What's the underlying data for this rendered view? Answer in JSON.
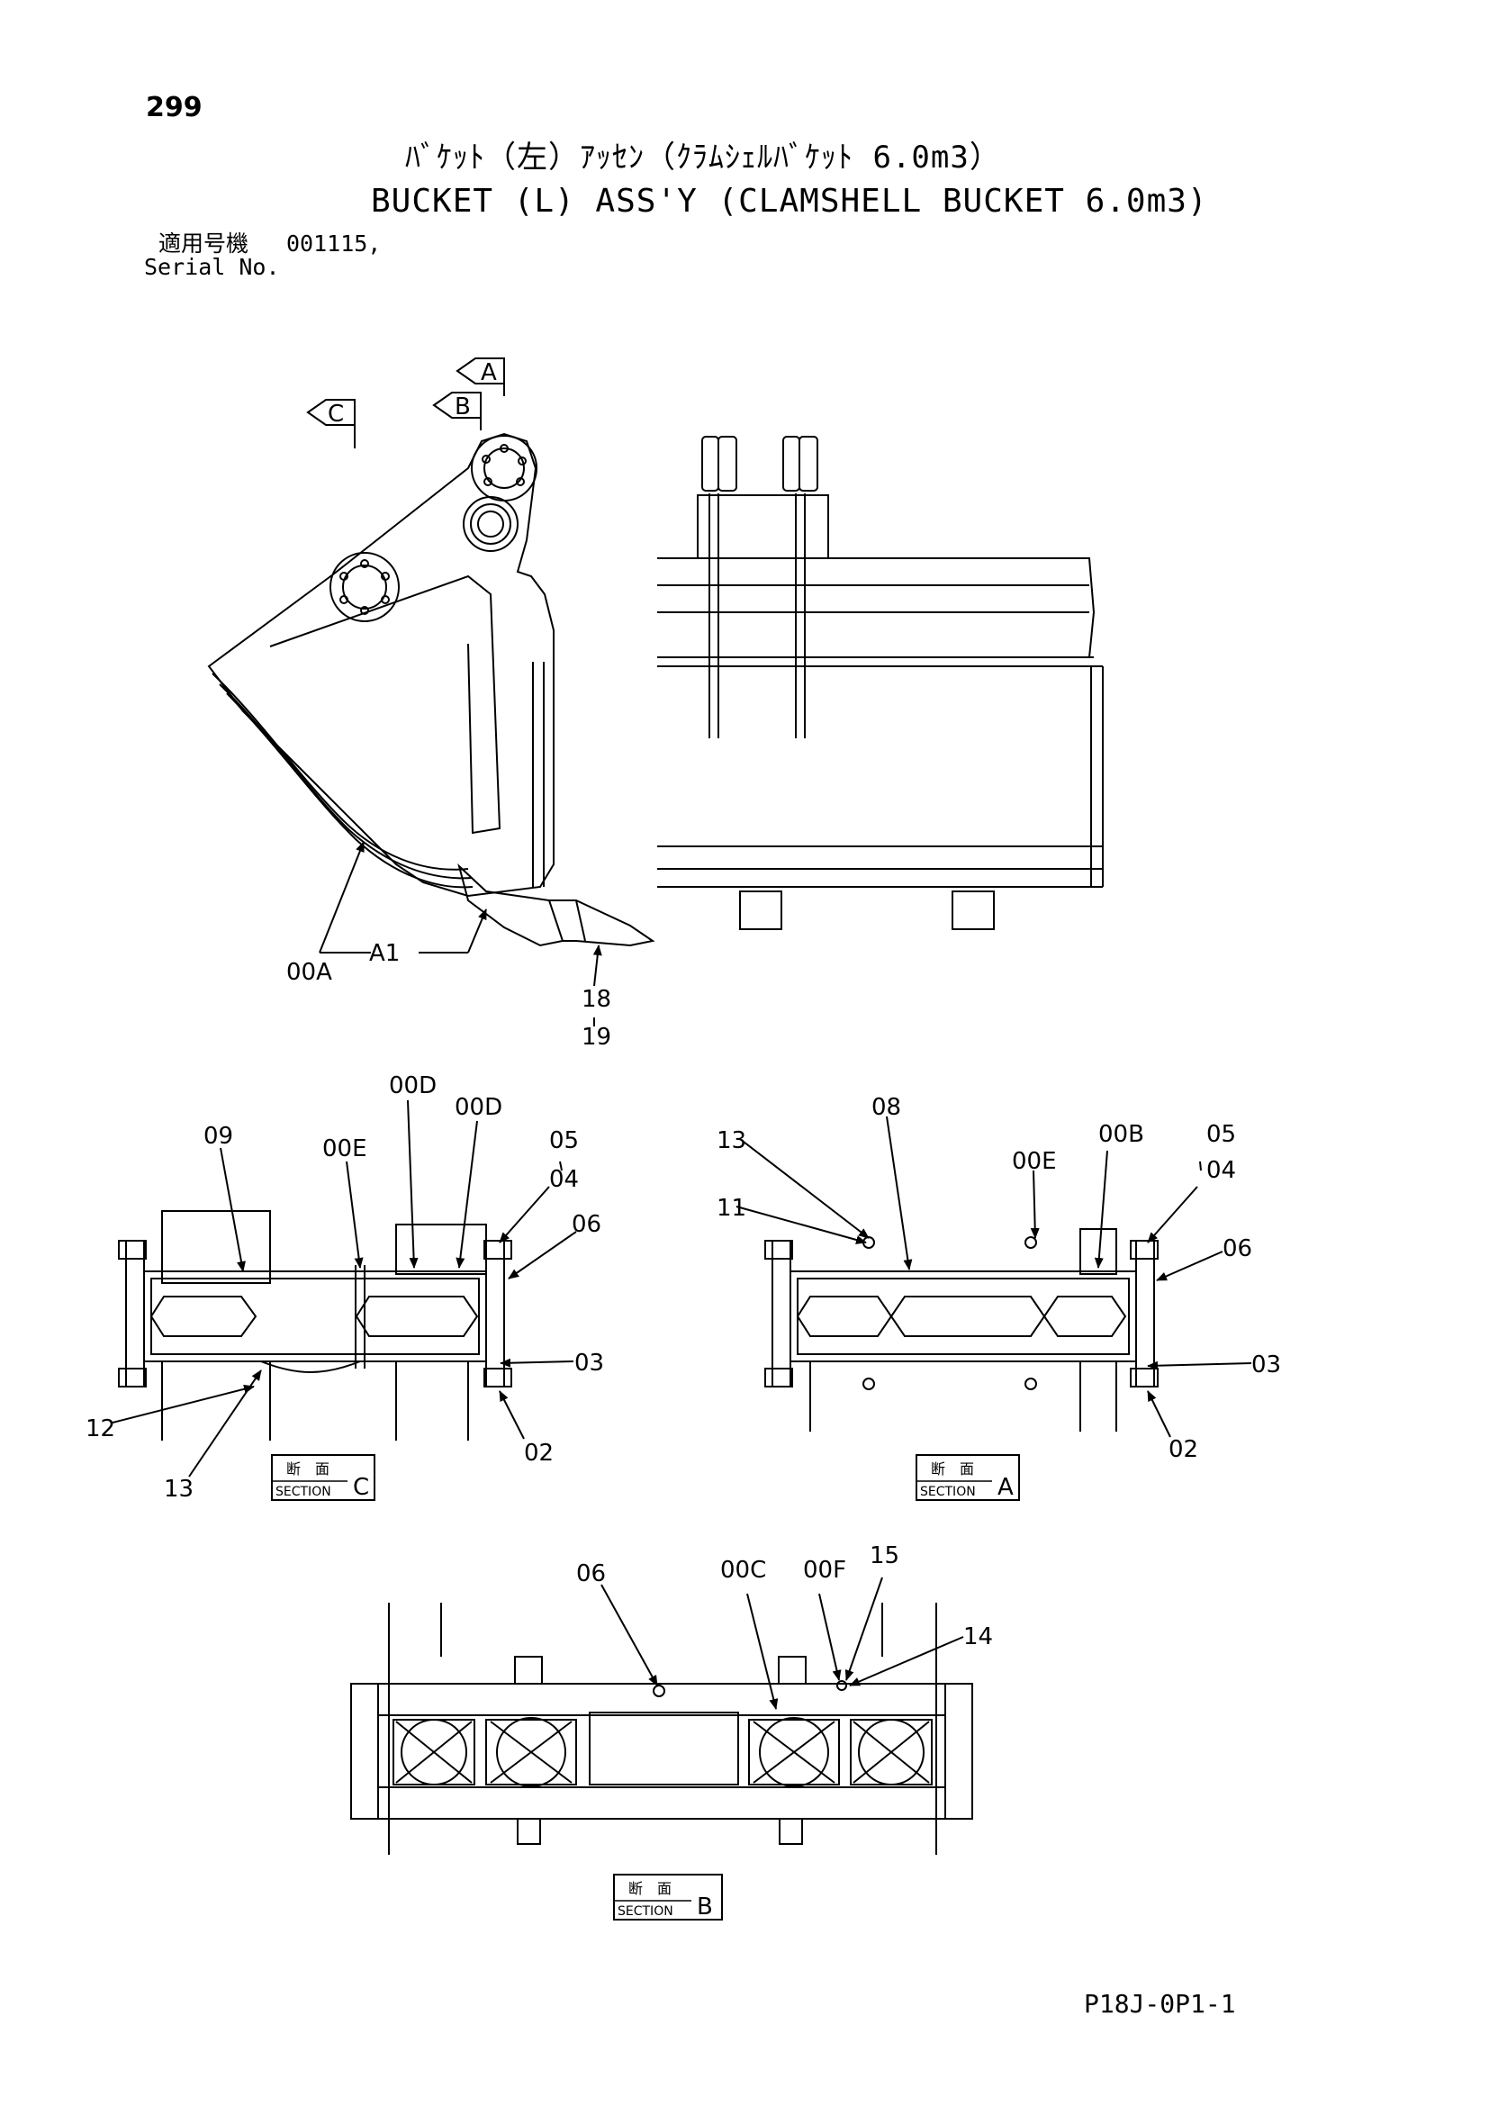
{
  "header": {
    "page_number": "299",
    "title_jp": "ﾊﾞｹｯﾄ（左）ｱｯｾﾝ（ｸﾗﾑｼｪﾙﾊﾞｹｯﾄ 6.0m3）",
    "title_en": "BUCKET (L) ASS'Y (CLAMSHELL BUCKET 6.0m3)",
    "serial_label_jp": "適用号機",
    "serial_value": "001115,",
    "serial_label_en": "Serial No."
  },
  "views": {
    "arrow_a": "A",
    "arrow_b": "B",
    "arrow_c": "C"
  },
  "main_view_labels": {
    "l_00A": "00A",
    "l_A1": "A1",
    "l_18": "18",
    "l_19": "19"
  },
  "section_c": {
    "l_00D_1": "00D",
    "l_00D_2": "00D",
    "l_09": "09",
    "l_00E": "00E",
    "l_05": "05",
    "l_04": "04",
    "l_06": "06",
    "l_03": "03",
    "l_02": "02",
    "l_12": "12",
    "l_13": "13",
    "tag_jp": "断　面",
    "tag_en": "SECTION",
    "tag_letter": "C"
  },
  "section_a": {
    "l_08": "08",
    "l_13": "13",
    "l_11": "11",
    "l_00E": "00E",
    "l_00B": "00B",
    "l_05": "05",
    "l_04": "04",
    "l_06": "06",
    "l_03": "03",
    "l_02": "02",
    "tag_jp": "断　面",
    "tag_en": "SECTION",
    "tag_letter": "A"
  },
  "section_b": {
    "l_06": "06",
    "l_00C": "00C",
    "l_00F": "00F",
    "l_15": "15",
    "l_14": "14",
    "tag_jp": "断　面",
    "tag_en": "SECTION",
    "tag_letter": "B"
  },
  "footer": {
    "page_code": "P18J-0P1-1"
  }
}
